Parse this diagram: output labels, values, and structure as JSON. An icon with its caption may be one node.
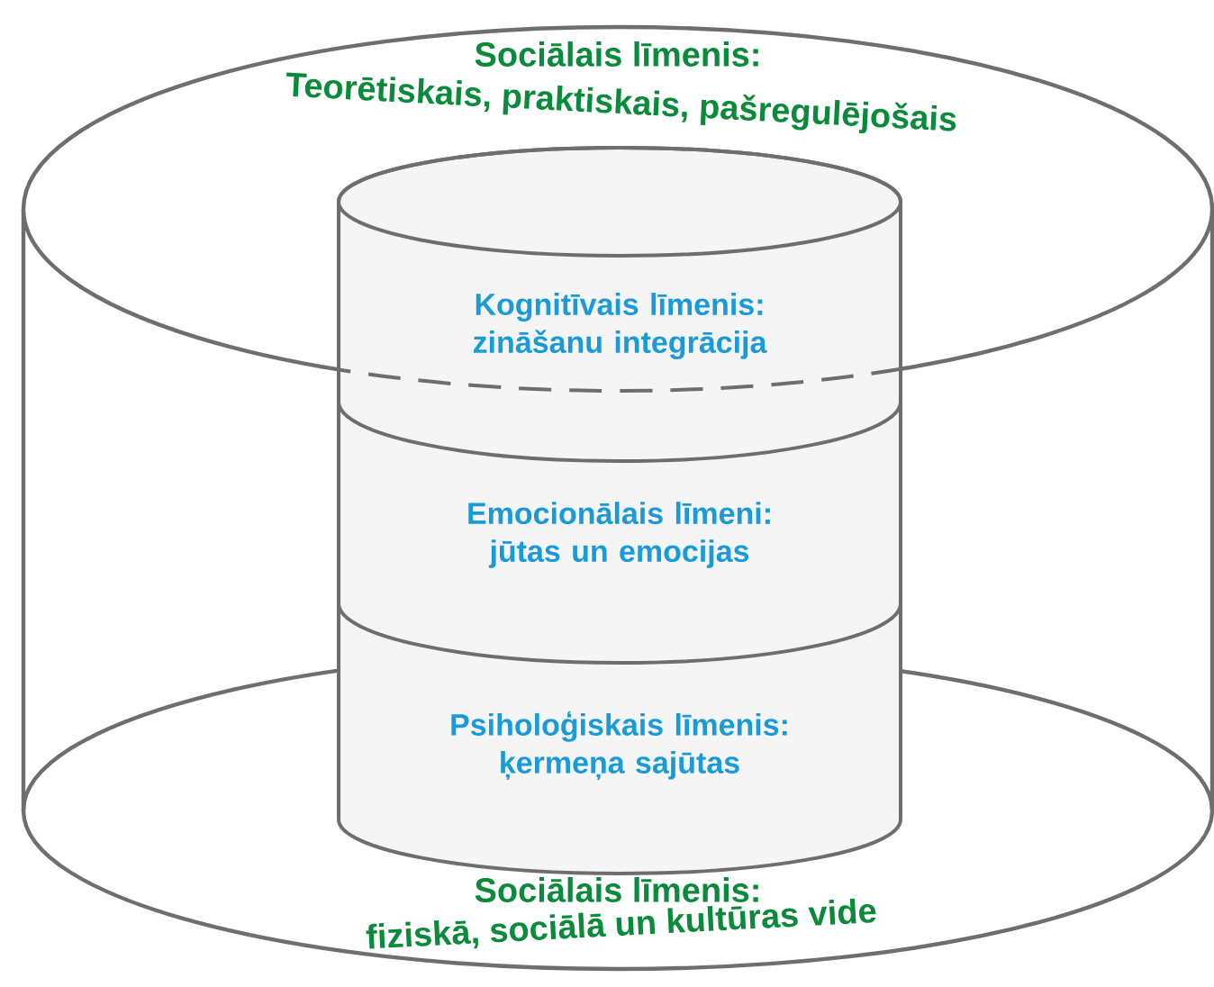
{
  "diagram": {
    "nodes": [
      {
        "text": [
          "Sociālais līmenis:",
          "Teorētiskais, praktiskais, pašregulējošais",
          "Sociālais līmenis:",
          "fiziskā, sociālā un kultūras vide"
        ]
      },
      {
        "text": [],
        "shape": "cylinder",
        "in": 0
      },
      {
        "text": [
          "Kognitīvais līmenis: zināšanu integrācija"
        ],
        "in": 1
      },
      {
        "text": [
          "Emocionālais līmeni: jūtas un emocijas"
        ],
        "in": 1
      },
      {
        "text": [
          "Psiholoģiskais līmenis: ķermeņa sajūtas"
        ],
        "in": 1
      }
    ]
  }
}
